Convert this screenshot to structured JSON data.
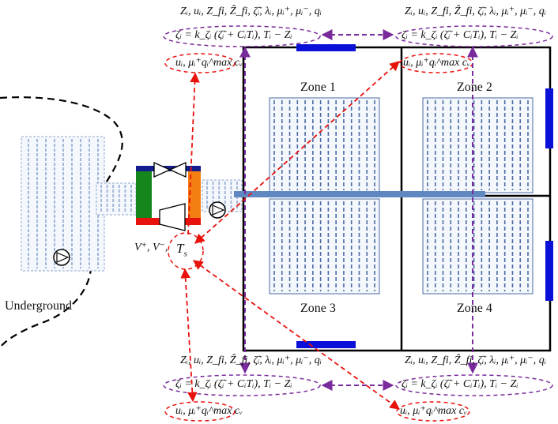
{
  "zones": [
    "Zone 1",
    "Zone 2",
    "Zone 3",
    "Zone 4"
  ],
  "underground_label": "Underground",
  "supply_temp_label": "T",
  "supply_temp_sub": "s",
  "volume_label": "V⁺, V⁻,",
  "agent_info": {
    "variables": "Zᵢ, uᵢ, Z_fi, Ẑ_fi, ζ̃ᵢ, λᵢ, μᵢ⁺, μᵢ⁻, qᵢ",
    "constraint": "ζᵢ = k_ζᵢ (ζ̃ᵢ + CᵢTᵢ),  Tᵢ − Zᵢ",
    "control": "uᵢ,  μᵢ⁺qᵢ^max cᵥ"
  },
  "colors": {
    "wall": "#000000",
    "window": "#0a10d8",
    "coil": "#4b6aa5",
    "coil_fill": "#f4f7fb",
    "red_link": "#e8120d",
    "purple_link": "#7a2b9b",
    "pipe_blue": "#5f87c0",
    "pipe_green": "#15861c",
    "pipe_orange": "#f47e12",
    "pipe_red": "#e8120d",
    "pipe_navy": "#141d8c"
  },
  "icons": [
    "pump-icon",
    "valve-icon",
    "compressor-icon"
  ]
}
